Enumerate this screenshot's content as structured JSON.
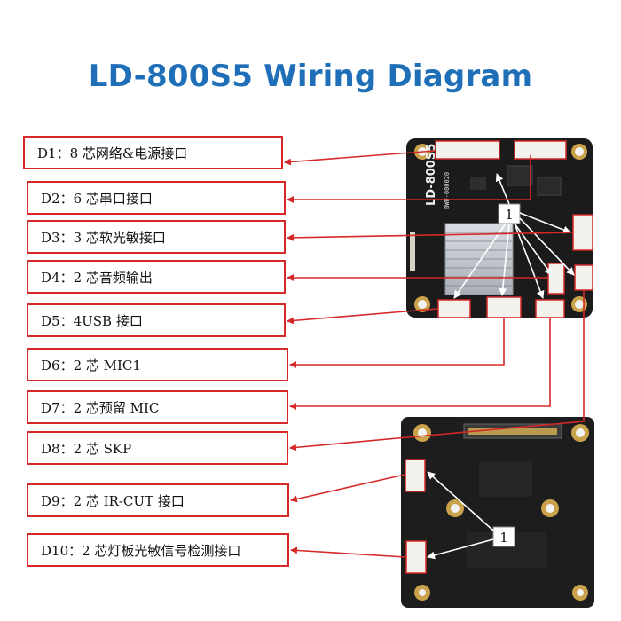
{
  "title": "LD-800S5 Wiring Diagram",
  "colors": {
    "title": "#1f6fb8",
    "label_border": "#d62828",
    "arrow": "#d62828",
    "pointer": "#ffffff",
    "pcb": "#1b1b1b"
  },
  "labels": [
    "D1：8 芯网络&电源接口",
    "D2：6 芯串口接口",
    "D3：3 芯软光敏接口",
    "D4：2 芯音频输出",
    "D5：4USB 接口",
    "D6：2 芯 MIC1",
    "D7：2 芯预留 MIC",
    "D8：2 芯 SKP",
    "D9：2 芯 IR-CUT 接口",
    "D10：2 芯灯板光敏信号检测接口"
  ],
  "board_top": {
    "model_text": "LD-800S5",
    "part_code": "BWU-000020",
    "callout": "1"
  },
  "board_bottom": {
    "callout": "1"
  }
}
